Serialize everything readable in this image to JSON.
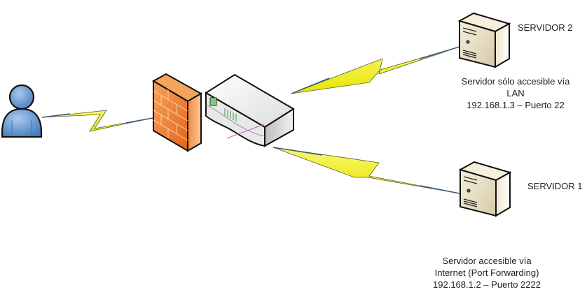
{
  "diagram": {
    "title": "Port forwarding network topology",
    "nodes": {
      "user": {
        "kind": "user-icon"
      },
      "firewall": {
        "kind": "firewall-icon"
      },
      "router": {
        "kind": "router-icon"
      },
      "server2": {
        "kind": "server-icon",
        "name": "SERVIDOR 2",
        "description": [
          "Servidor sólo accesible vía",
          "LAN",
          "192.168.1.3 – Puerto 22"
        ]
      },
      "server1": {
        "kind": "server-icon",
        "name": "SERVIDOR 1",
        "description": [
          "Servidor accesible vía",
          "Internet (Port Forwarding)",
          "192.168.1.2 – Puerto 2222"
        ]
      }
    },
    "links": [
      {
        "from": "user",
        "to": "firewall",
        "type": "lightning"
      },
      {
        "from": "router",
        "to": "server2",
        "type": "lightning"
      },
      {
        "from": "router",
        "to": "server1",
        "type": "lightning"
      }
    ],
    "colors": {
      "user_fill": "#5b8fc9",
      "firewall_fill": "#f08a3a",
      "router_fill": "#e6e6e6",
      "server_fill": "#e8e0c8",
      "bolt_fill": "#f0f020",
      "line": "#3a5a7a"
    }
  }
}
